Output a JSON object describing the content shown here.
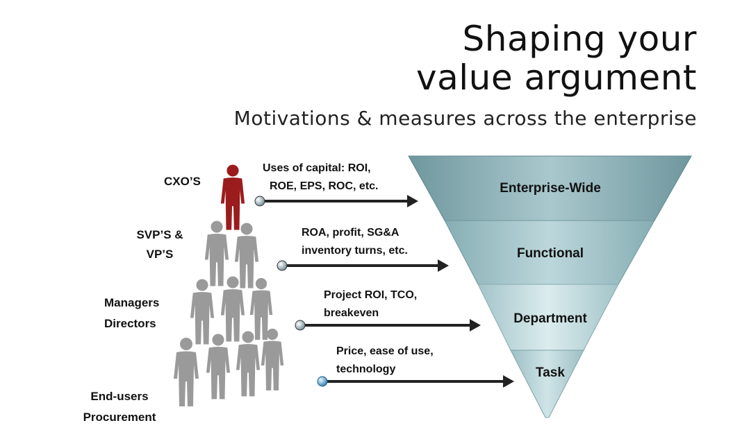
{
  "header": {
    "title_line1": "Shaping your",
    "title_line2": "value argument",
    "subtitle": "Motivations & measures across the enterprise"
  },
  "roles": {
    "cxo": "CXO’S",
    "svp_line1": "SVP’S &",
    "svp_line2": "VP’S",
    "managers_line1": "Managers",
    "managers_line2": "Directors",
    "endusers_line1": "End-users",
    "endusers_line2": "Procurement"
  },
  "measures": {
    "m1_line1": "Uses of capital: ROI,",
    "m1_line2": "ROE, EPS, ROC, etc.",
    "m2_line1": "ROA, profit, SG&A",
    "m2_line2": "inventory turns, etc.",
    "m3_line1": "Project ROI, TCO,",
    "m3_line2": "breakeven",
    "m4_line1": "Price, ease of use,",
    "m4_line2": "technology"
  },
  "levels": {
    "enterprise": "Enterprise-Wide",
    "functional": "Functional",
    "department": "Department",
    "task": "Task"
  },
  "colors": {
    "executive_figure": "#9b1c1c",
    "staff_figure": "#9a9a9a",
    "funnel_dark": "#7fa6ad",
    "funnel_light": "#d9ecef",
    "arrow": "#222222"
  }
}
